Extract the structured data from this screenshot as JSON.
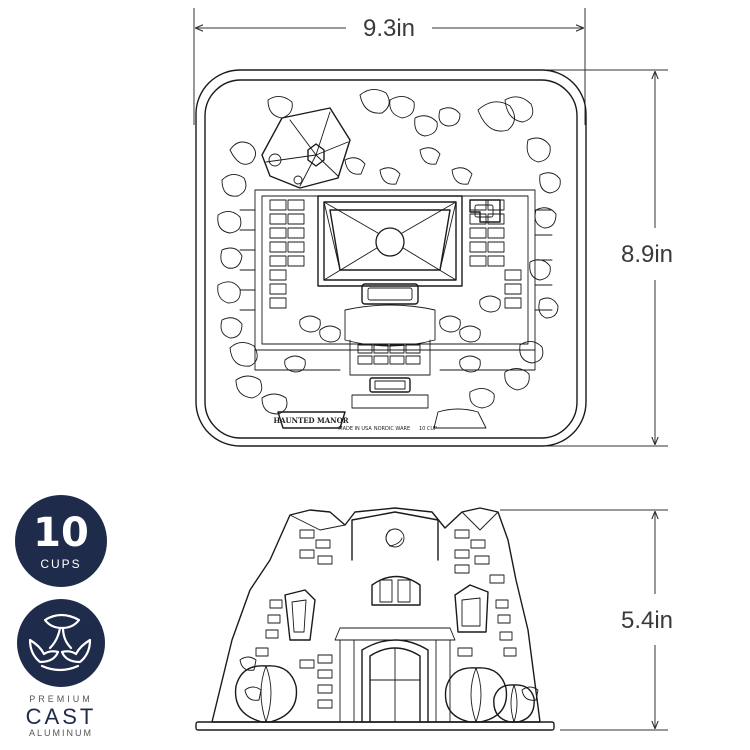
{
  "dimensions": {
    "width": "9.3in",
    "depth": "8.9in",
    "height": "5.4in"
  },
  "capacity_badge": {
    "number": "10",
    "unit": "CUPS",
    "color": "#1f2b4a"
  },
  "material_badge": {
    "icon": "cast-aluminum-pour-icon",
    "line1": "PREMIUM",
    "line2": "CAST",
    "line3": "ALUMINUM",
    "color": "#1f2b4a"
  },
  "pan_top_view": {
    "plaque_text": "HAUNTED MANOR",
    "brand_text": "NORDIC WARE",
    "small_text_left": "MADE IN USA",
    "small_text_right": "10 CUP"
  }
}
